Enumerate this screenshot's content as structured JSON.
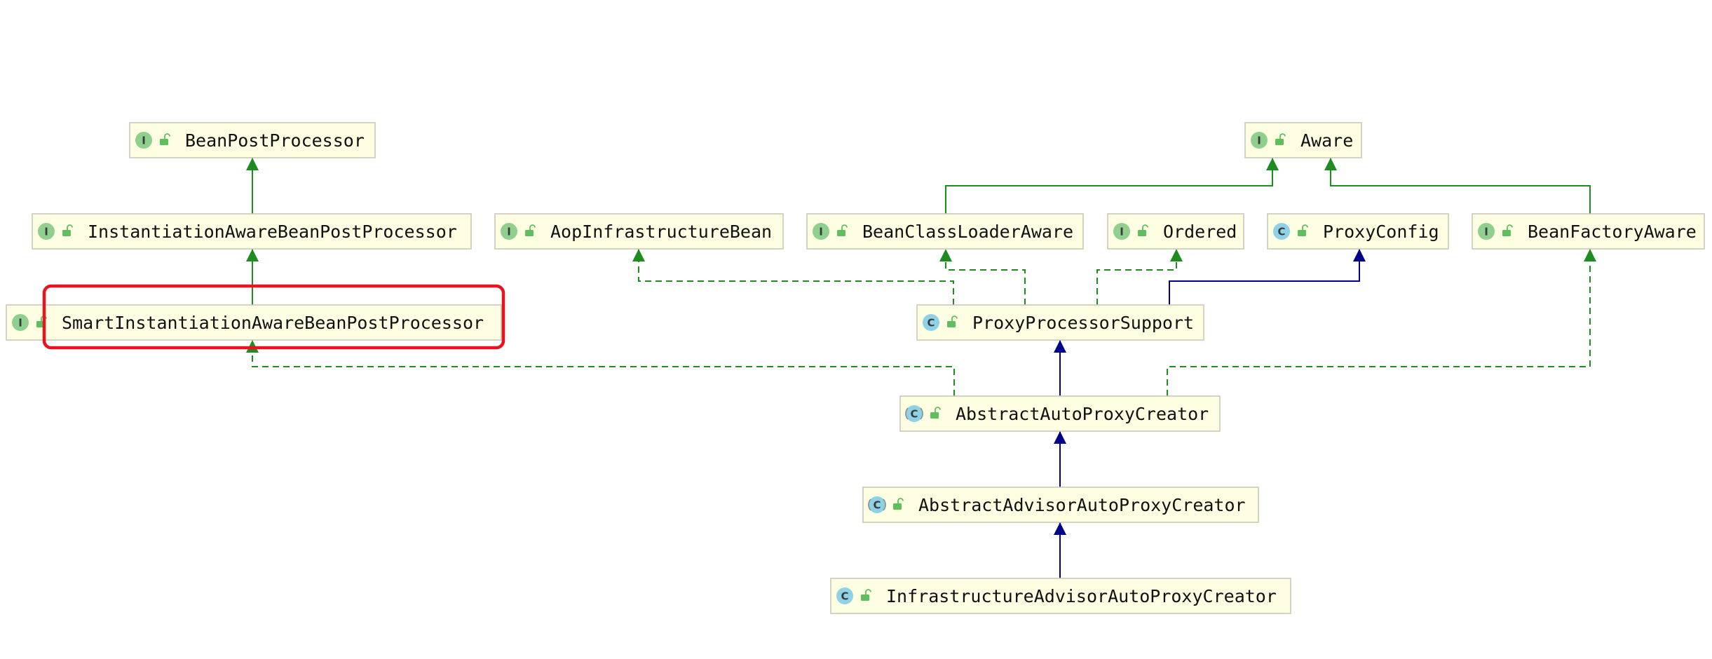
{
  "colors": {
    "implements": "#1e8c1e",
    "extends": "#00008b",
    "interface_icon": "#8fd08f",
    "class_icon": "#8fd2e6",
    "lock": "#5fbf5f",
    "node_fill": "#fefee2",
    "node_border": "#c8c8b8",
    "highlight": "#e8131c"
  },
  "nodes": [
    {
      "id": "BeanPostProcessor",
      "label": "BeanPostProcessor",
      "kind": "interface",
      "icon": "interface-icon"
    },
    {
      "id": "Aware",
      "label": "Aware",
      "kind": "interface",
      "icon": "interface-icon"
    },
    {
      "id": "InstantiationAwareBeanPostProcessor",
      "label": "InstantiationAwareBeanPostProcessor",
      "kind": "interface",
      "icon": "interface-icon"
    },
    {
      "id": "AopInfrastructureBean",
      "label": "AopInfrastructureBean",
      "kind": "interface",
      "icon": "interface-icon"
    },
    {
      "id": "BeanClassLoaderAware",
      "label": "BeanClassLoaderAware",
      "kind": "interface",
      "icon": "interface-icon"
    },
    {
      "id": "Ordered",
      "label": "Ordered",
      "kind": "interface",
      "icon": "interface-icon"
    },
    {
      "id": "ProxyConfig",
      "label": "ProxyConfig",
      "kind": "class",
      "icon": "class-icon"
    },
    {
      "id": "BeanFactoryAware",
      "label": "BeanFactoryAware",
      "kind": "interface",
      "icon": "interface-icon"
    },
    {
      "id": "SmartInstantiationAwareBeanPostProcessor",
      "label": "SmartInstantiationAwareBeanPostProcessor",
      "kind": "interface",
      "icon": "interface-icon",
      "highlighted": true
    },
    {
      "id": "ProxyProcessorSupport",
      "label": "ProxyProcessorSupport",
      "kind": "class",
      "icon": "class-icon"
    },
    {
      "id": "AbstractAutoProxyCreator",
      "label": "AbstractAutoProxyCreator",
      "kind": "abstract",
      "icon": "abstract-class-icon"
    },
    {
      "id": "AbstractAdvisorAutoProxyCreator",
      "label": "AbstractAdvisorAutoProxyCreator",
      "kind": "abstract",
      "icon": "abstract-class-icon"
    },
    {
      "id": "InfrastructureAdvisorAutoProxyCreator",
      "label": "InfrastructureAdvisorAutoProxyCreator",
      "kind": "class",
      "icon": "class-icon"
    }
  ],
  "edges": [
    {
      "from": "InstantiationAwareBeanPostProcessor",
      "to": "BeanPostProcessor",
      "type": "extends-interface"
    },
    {
      "from": "SmartInstantiationAwareBeanPostProcessor",
      "to": "InstantiationAwareBeanPostProcessor",
      "type": "extends-interface"
    },
    {
      "from": "BeanClassLoaderAware",
      "to": "Aware",
      "type": "extends-interface"
    },
    {
      "from": "BeanFactoryAware",
      "to": "Aware",
      "type": "extends-interface"
    },
    {
      "from": "ProxyProcessorSupport",
      "to": "AopInfrastructureBean",
      "type": "implements"
    },
    {
      "from": "ProxyProcessorSupport",
      "to": "BeanClassLoaderAware",
      "type": "implements"
    },
    {
      "from": "ProxyProcessorSupport",
      "to": "Ordered",
      "type": "implements"
    },
    {
      "from": "ProxyProcessorSupport",
      "to": "ProxyConfig",
      "type": "extends"
    },
    {
      "from": "AbstractAutoProxyCreator",
      "to": "ProxyProcessorSupport",
      "type": "extends"
    },
    {
      "from": "AbstractAutoProxyCreator",
      "to": "SmartInstantiationAwareBeanPostProcessor",
      "type": "implements"
    },
    {
      "from": "AbstractAutoProxyCreator",
      "to": "BeanFactoryAware",
      "type": "implements"
    },
    {
      "from": "AbstractAdvisorAutoProxyCreator",
      "to": "AbstractAutoProxyCreator",
      "type": "extends"
    },
    {
      "from": "InfrastructureAdvisorAutoProxyCreator",
      "to": "AbstractAdvisorAutoProxyCreator",
      "type": "extends"
    }
  ]
}
